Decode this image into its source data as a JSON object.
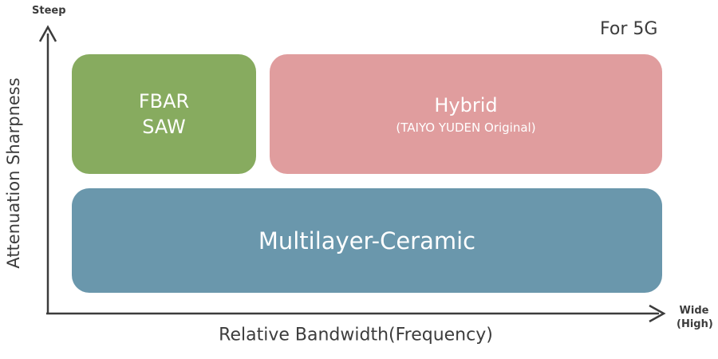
{
  "axes": {
    "y_top_label": "Steep",
    "y_label": "Attenuation Sharpness",
    "x_label": "Relative Bandwidth(Frequency)",
    "x_right_label_line1": "Wide",
    "x_right_label_line2": "(High)"
  },
  "corner_note": "For 5G",
  "regions": {
    "fbar_saw": {
      "line1": "FBAR",
      "line2": "SAW",
      "color": "#87ab5f"
    },
    "hybrid": {
      "title": "Hybrid",
      "subtitle": "(TAIYO YUDEN Original)",
      "color": "#e09d9e"
    },
    "multilayer_ceramic": {
      "title": "Multilayer-Ceramic",
      "color": "#6a97ac"
    }
  },
  "colors": {
    "axis": "#3c3c3c",
    "text": "#3c3c3c"
  }
}
